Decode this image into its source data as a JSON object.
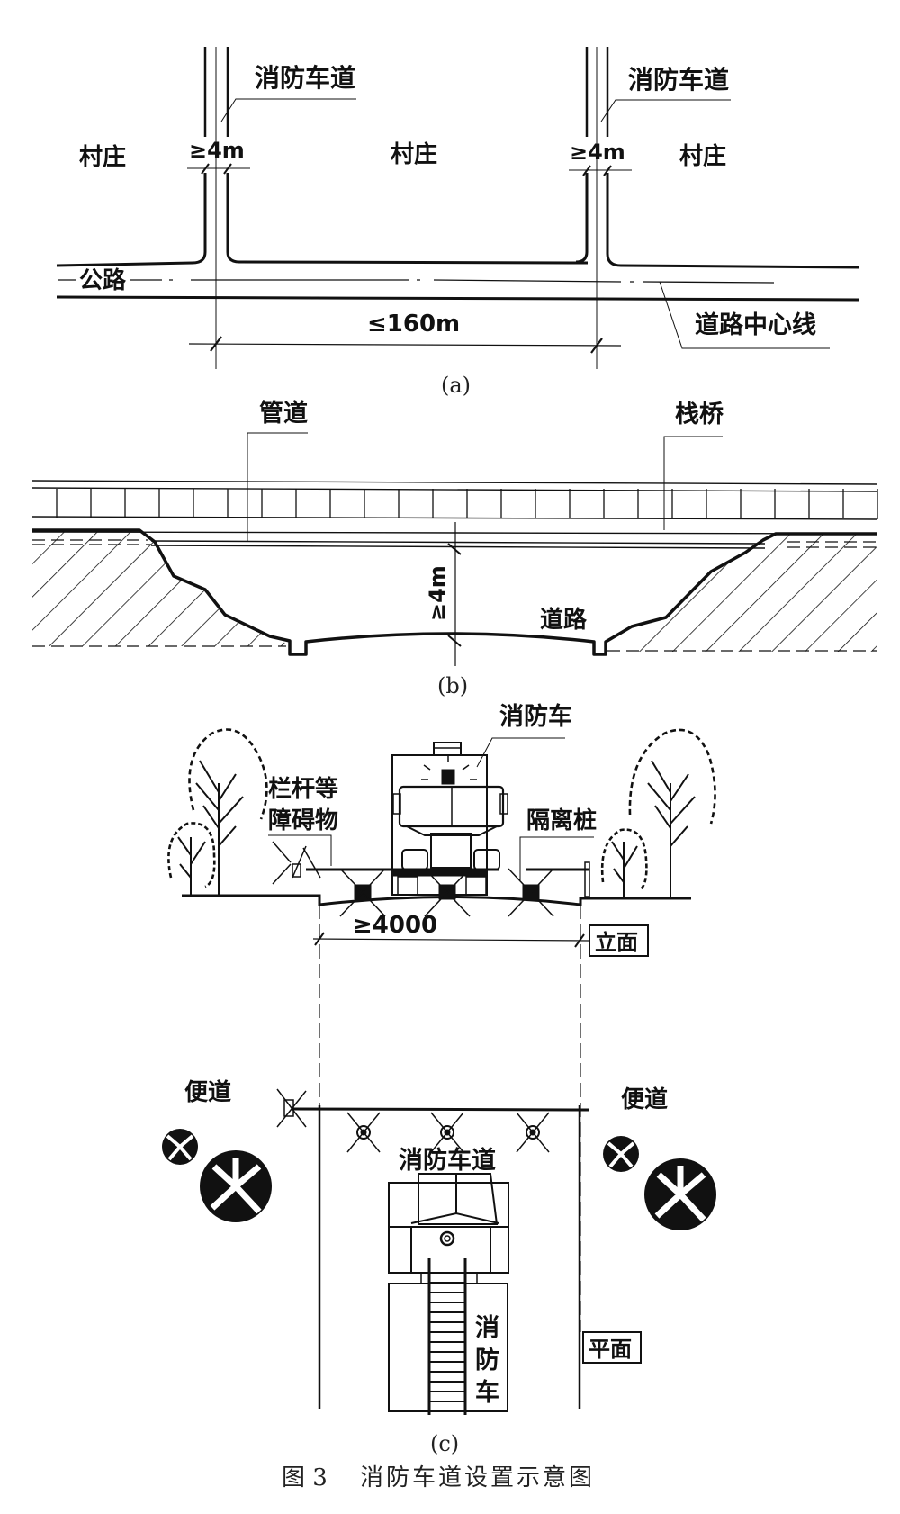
{
  "figure": {
    "caption_number": "图 3",
    "caption_title": "消防车道设置示意图"
  },
  "panel_a": {
    "sublabel": "(a)",
    "fire_lane_label_left": "消防车道",
    "fire_lane_label_right": "消防车道",
    "village_left": "村庄",
    "village_middle": "村庄",
    "village_right": "村庄",
    "lane_width_left": "≥4m",
    "lane_width_right": "≥4m",
    "highway_label": "公路",
    "spacing_dimension": "≤160m",
    "centerline_label": "道路中心线"
  },
  "panel_b": {
    "sublabel": "(b)",
    "pipe_label": "管道",
    "trestle_label": "栈桥",
    "clearance_dimension": "≥4m",
    "road_label": "道路"
  },
  "panel_c": {
    "sublabel": "(c)",
    "fire_truck_label": "消防车",
    "obstacle_label_line1": "栏杆等",
    "obstacle_label_line2": "障碍物",
    "bollard_label": "隔离桩",
    "width_dimension": "≥4000",
    "elevation_label": "立面",
    "sidewalk_left": "便道",
    "sidewalk_right": "便道",
    "fire_lane_label": "消防车道",
    "truck_plan_label_1": "消",
    "truck_plan_label_2": "防",
    "truck_plan_label_3": "车",
    "plan_label": "平面"
  }
}
